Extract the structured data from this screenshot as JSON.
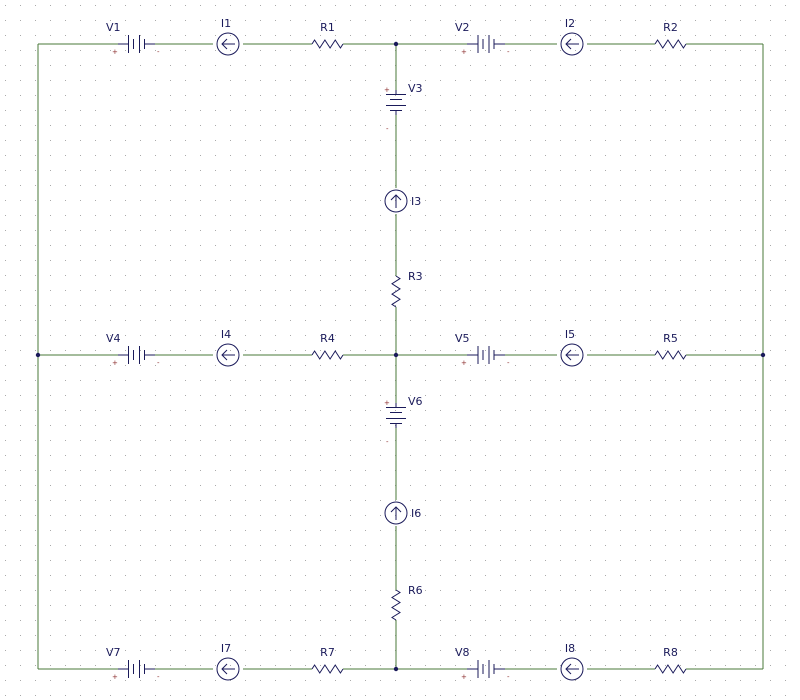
{
  "colors": {
    "background": "#ffffff",
    "wire": "#4a7a3a",
    "component": "#1a1a5a",
    "grid_dot": "#aaaaaa",
    "polarity": "#8a2a2a"
  },
  "diagram": {
    "horizontal_rows": [
      {
        "left": [
          {
            "kind": "battery",
            "label": "V1",
            "plus": "+",
            "minus": "-"
          },
          {
            "kind": "isource-left",
            "label": "I1"
          },
          {
            "kind": "resistor",
            "label": "R1"
          }
        ],
        "right": [
          {
            "kind": "battery",
            "label": "V2",
            "plus": "+",
            "minus": "-"
          },
          {
            "kind": "isource-left",
            "label": "I2"
          },
          {
            "kind": "resistor",
            "label": "R2"
          }
        ]
      },
      {
        "left": [
          {
            "kind": "battery",
            "label": "V4",
            "plus": "+",
            "minus": "-"
          },
          {
            "kind": "isource-left",
            "label": "I4"
          },
          {
            "kind": "resistor",
            "label": "R4"
          }
        ],
        "right": [
          {
            "kind": "battery",
            "label": "V5",
            "plus": "+",
            "minus": "-"
          },
          {
            "kind": "isource-left",
            "label": "I5"
          },
          {
            "kind": "resistor",
            "label": "R5"
          }
        ]
      },
      {
        "left": [
          {
            "kind": "battery",
            "label": "V7",
            "plus": "+",
            "minus": "-"
          },
          {
            "kind": "isource-left",
            "label": "I7"
          },
          {
            "kind": "resistor",
            "label": "R7"
          }
        ],
        "right": [
          {
            "kind": "battery",
            "label": "V8",
            "plus": "+",
            "minus": "-"
          },
          {
            "kind": "isource-left",
            "label": "I8"
          },
          {
            "kind": "resistor",
            "label": "R8"
          }
        ]
      }
    ],
    "vertical_branches": [
      [
        {
          "kind": "battery-vertical",
          "label": "V3",
          "plus": "+",
          "minus": "-"
        },
        {
          "kind": "isource-up",
          "label": "I3"
        },
        {
          "kind": "resistor-vertical",
          "label": "R3"
        }
      ],
      [
        {
          "kind": "battery-vertical",
          "label": "V6",
          "plus": "+",
          "minus": "-"
        },
        {
          "kind": "isource-up",
          "label": "I6"
        },
        {
          "kind": "resistor-vertical",
          "label": "R6"
        }
      ]
    ]
  }
}
